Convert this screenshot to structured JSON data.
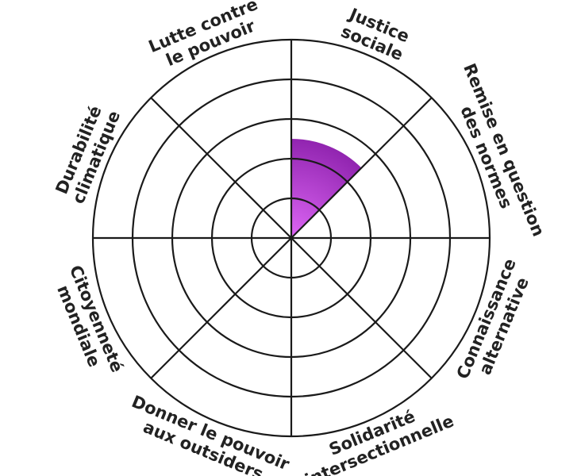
{
  "chart_data": {
    "type": "polar-area",
    "title": "",
    "categories": [
      [
        "Justice",
        "sociale"
      ],
      [
        "Remise en question",
        "des normes"
      ],
      [
        "Connaissance",
        "alternative"
      ],
      [
        "Solidarité",
        "intersectionnelle"
      ],
      [
        "Donner le pouvoir",
        "aux outsiders"
      ],
      [
        "Citoyenneté",
        "mondiale"
      ],
      [
        "Durabilité",
        "climatique"
      ],
      [
        "Lutte contre",
        "le pouvoir"
      ]
    ],
    "values": [
      2.5,
      0,
      0,
      0,
      0,
      0,
      0,
      0
    ],
    "rlim": [
      0,
      5
    ],
    "rings": [
      1,
      2,
      3,
      4,
      5
    ],
    "grid": true,
    "colors": {
      "fill_inner": "#dd66f5",
      "fill_outer": "#8e22ad",
      "grid": "#1a1a1a"
    }
  }
}
